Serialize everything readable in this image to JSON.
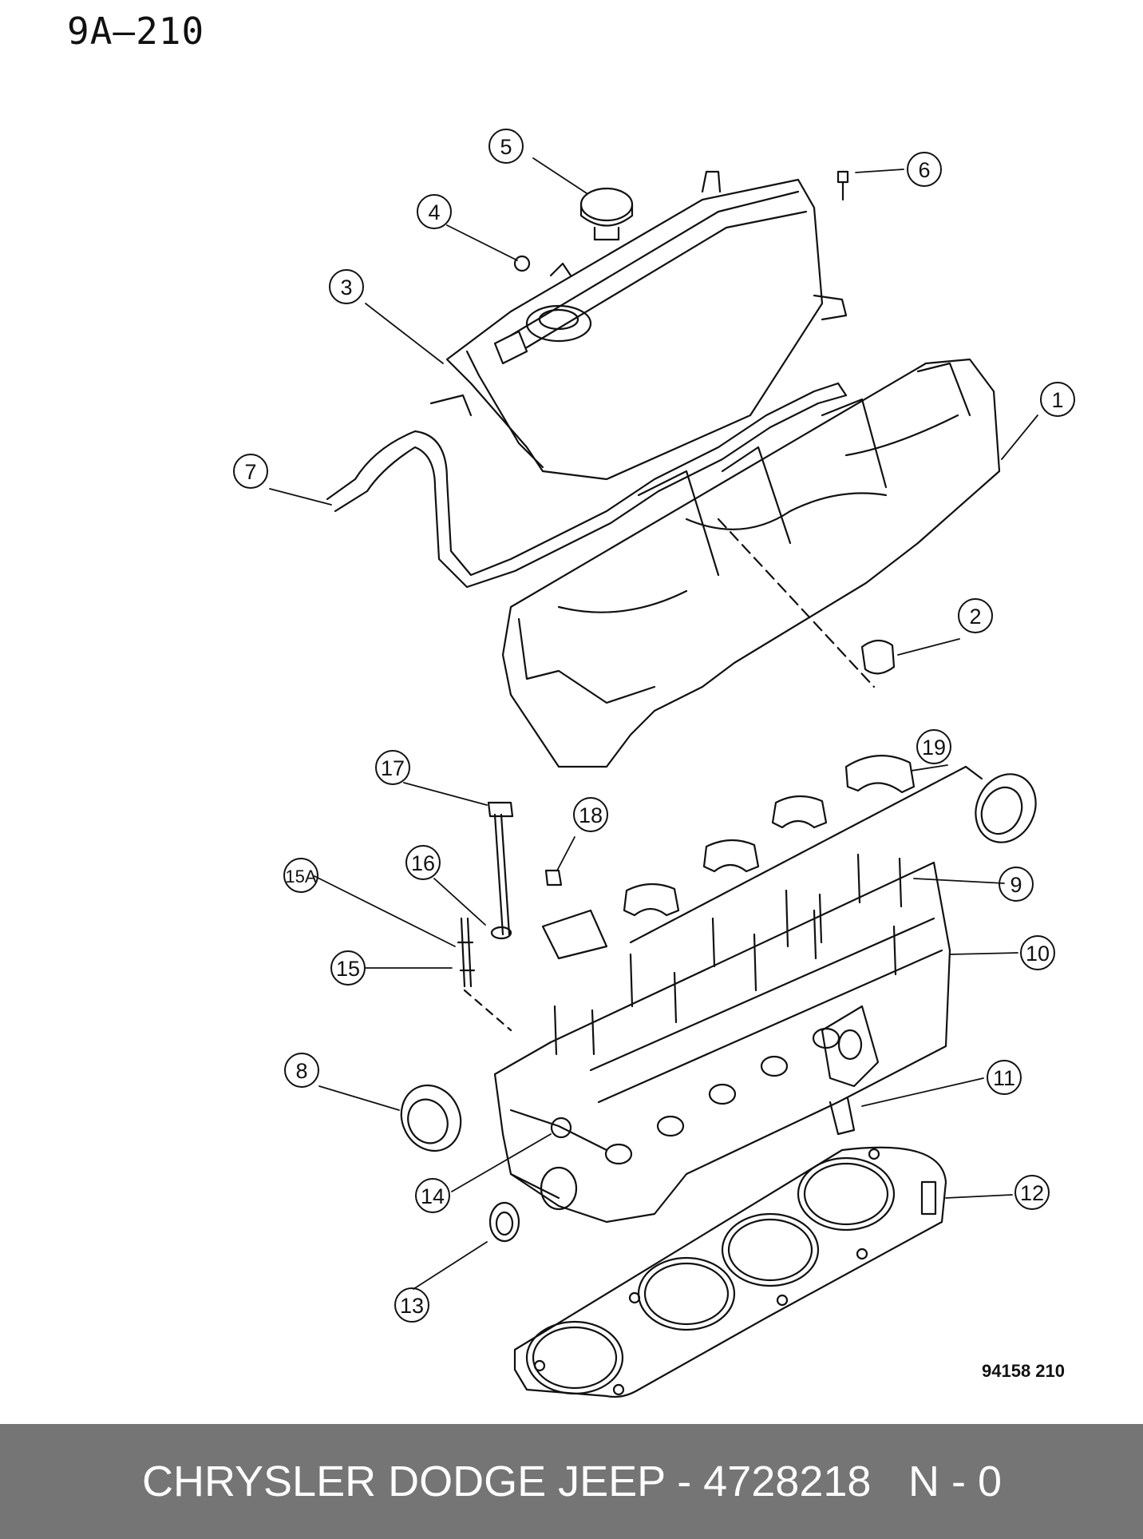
{
  "page_code": "9A—210",
  "figure_code": "94158  210",
  "footer": {
    "text": "CHRYSLER DODGE JEEP - 4728218",
    "status": "N - 0",
    "background": "#757575"
  },
  "callouts": [
    "1",
    "2",
    "3",
    "4",
    "5",
    "6",
    "7",
    "8",
    "9",
    "10",
    "11",
    "12",
    "13",
    "14",
    "15",
    "15A",
    "16",
    "17",
    "18",
    "19"
  ],
  "icons": [
    "engine-cylinder-head-exploded-diagram"
  ]
}
